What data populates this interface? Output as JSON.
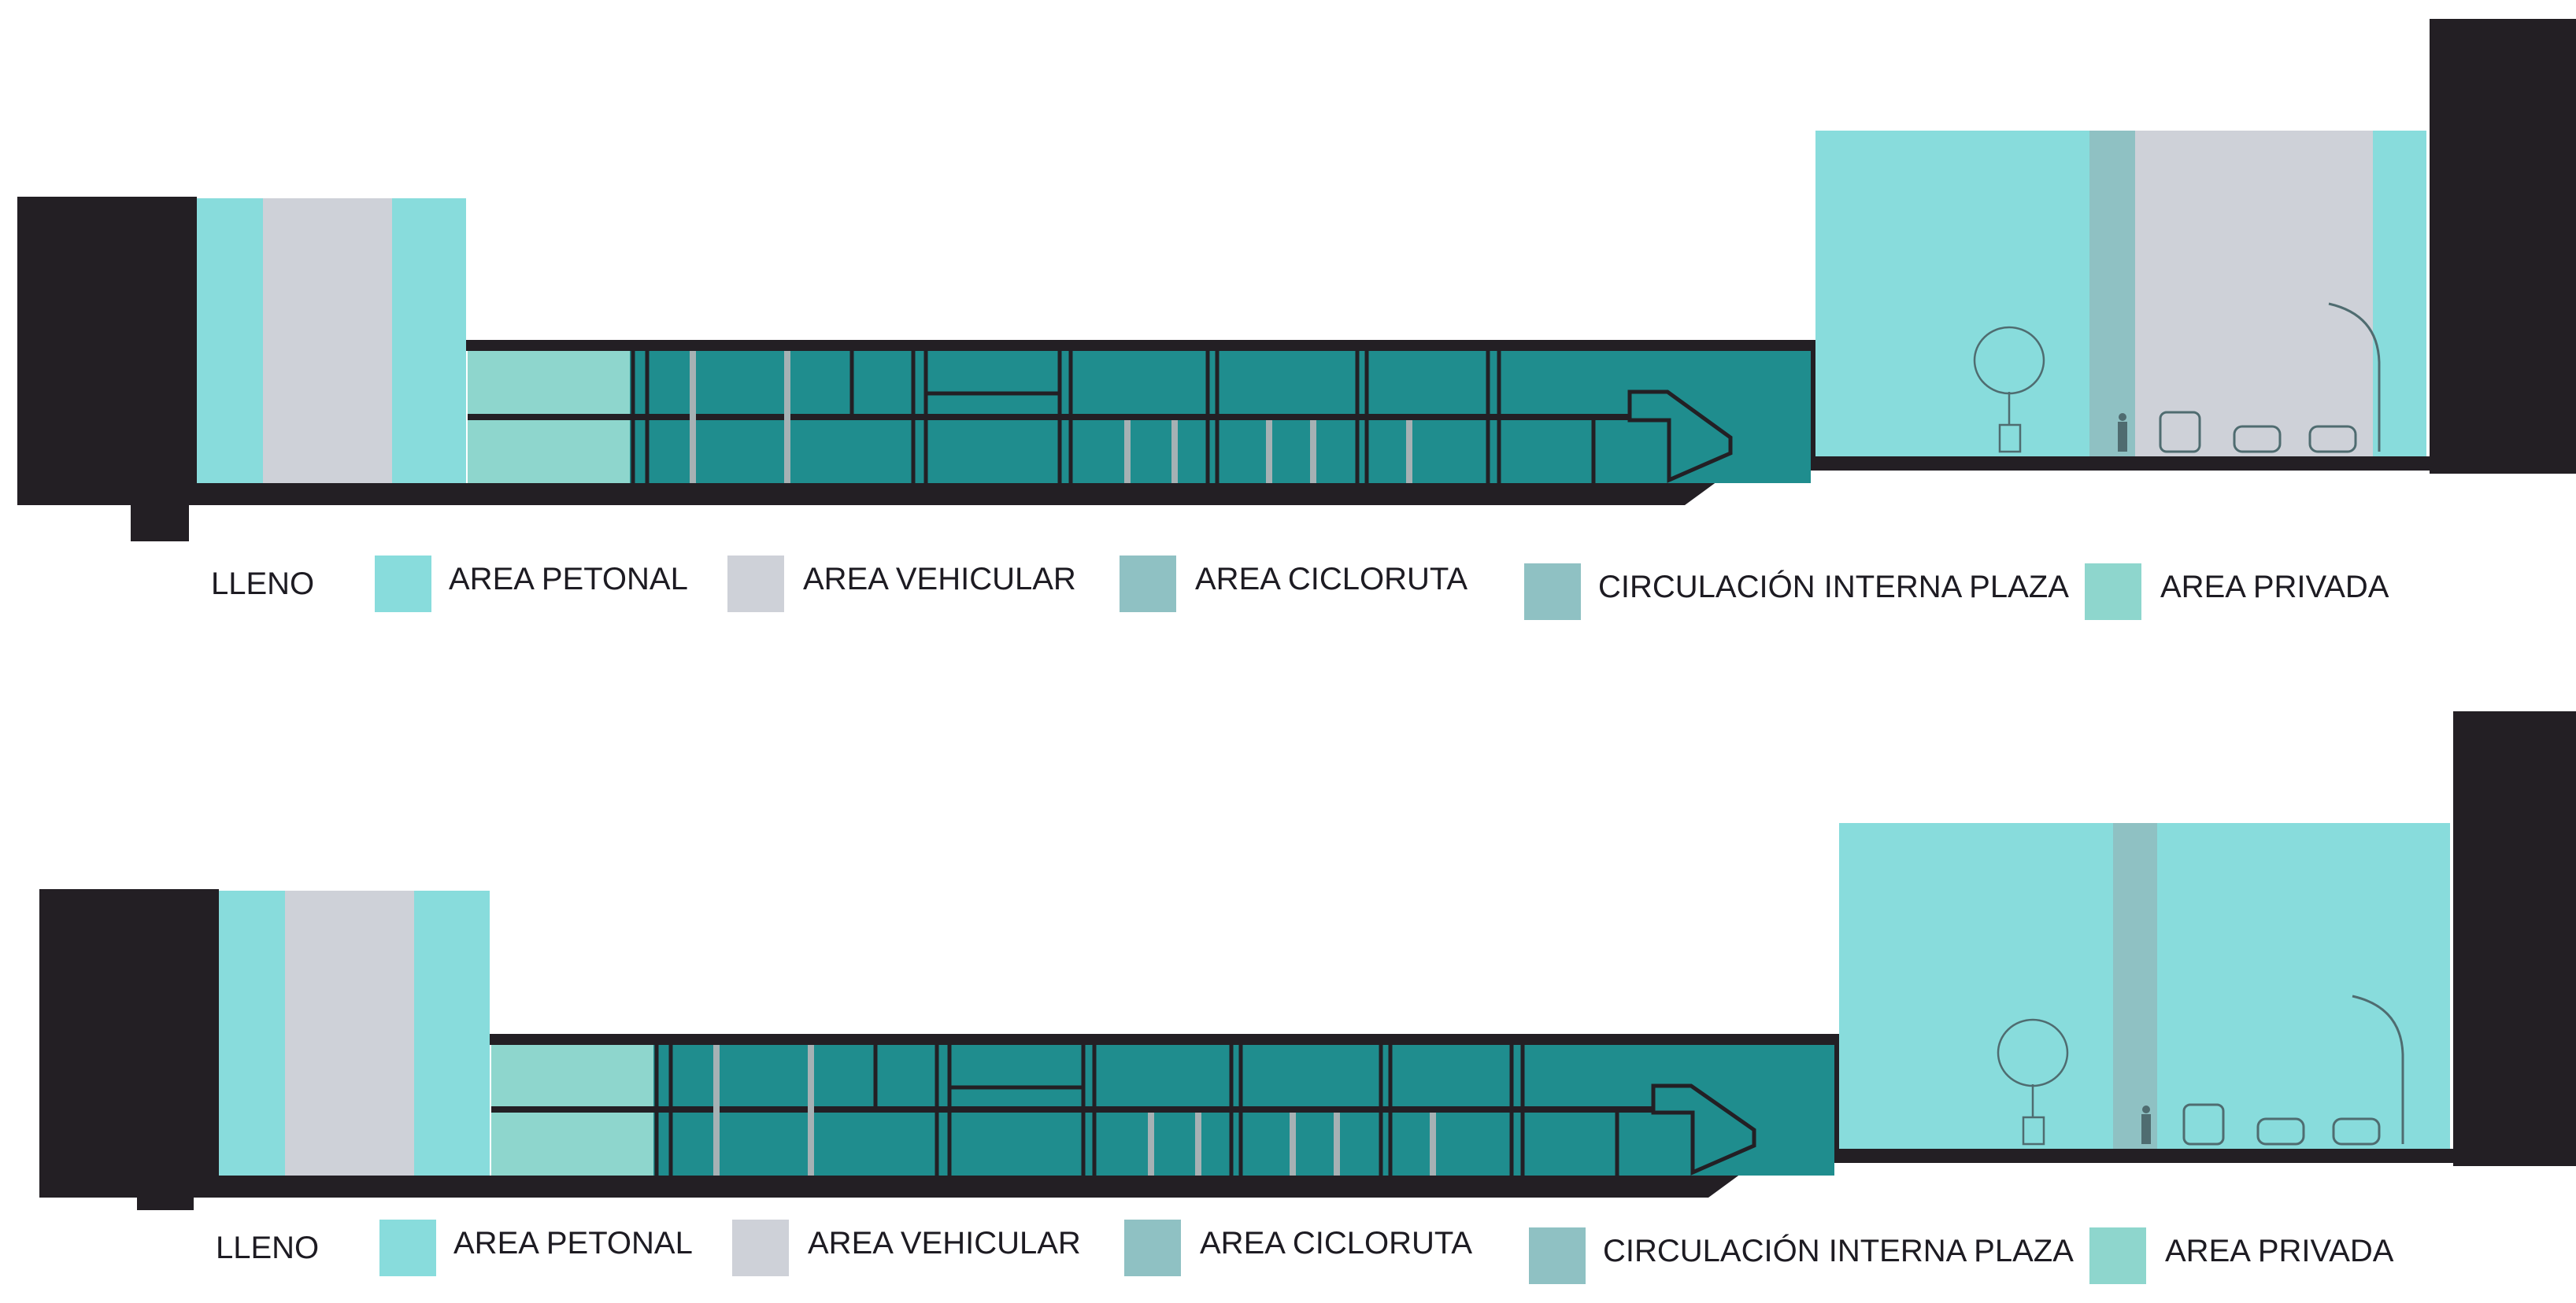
{
  "colors": {
    "lleno": "#231f24",
    "area_petonal": "#88dcdc",
    "area_vehicular": "#ced1d8",
    "area_cicloruta": "#8fc1c3",
    "circulacion_interna_plaza": "#8fc1c3",
    "area_privada": "#8ed6cd",
    "building_teal": "#1f8d8e",
    "mullion_gray": "#a6b1b4"
  },
  "sections": [
    {
      "legend": [
        {
          "key": "lleno",
          "label": "LLENO"
        },
        {
          "key": "area_petonal",
          "label": "AREA PETONAL"
        },
        {
          "key": "area_vehicular",
          "label": "AREA VEHICULAR"
        },
        {
          "key": "area_cicloruta",
          "label": "AREA CICLORUTA"
        },
        {
          "key": "circulacion_interna_plaza",
          "label": "CIRCULACIÓN INTERNA PLAZA"
        },
        {
          "key": "area_privada",
          "label": "AREA PRIVADA"
        }
      ]
    },
    {
      "legend": [
        {
          "key": "lleno",
          "label": "LLENO"
        },
        {
          "key": "area_petonal",
          "label": "AREA PETONAL"
        },
        {
          "key": "area_vehicular",
          "label": "AREA VEHICULAR"
        },
        {
          "key": "area_cicloruta",
          "label": "AREA CICLORUTA"
        },
        {
          "key": "circulacion_interna_plaza",
          "label": "CIRCULACIÓN INTERNA PLAZA"
        },
        {
          "key": "area_privada",
          "label": "AREA PRIVADA"
        }
      ]
    }
  ]
}
